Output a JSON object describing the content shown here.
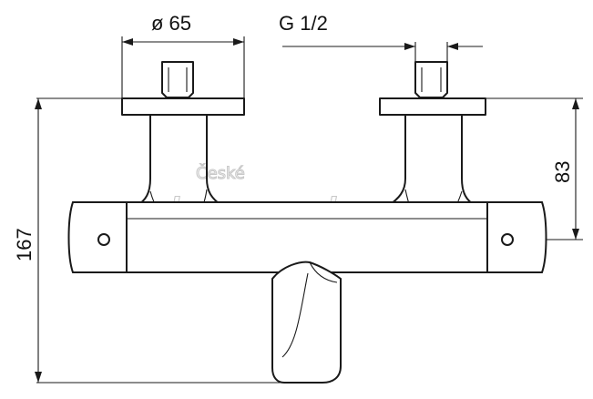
{
  "dimensions": {
    "diameter": "ø 65",
    "thread": "G 1/2",
    "height_total": "167",
    "height_partial": "83"
  },
  "watermark": {
    "line1": "České",
    "line2": "koupelny"
  },
  "colors": {
    "line": "#1a1a1a",
    "watermark": "#c8c8c8",
    "background": "#ffffff"
  }
}
